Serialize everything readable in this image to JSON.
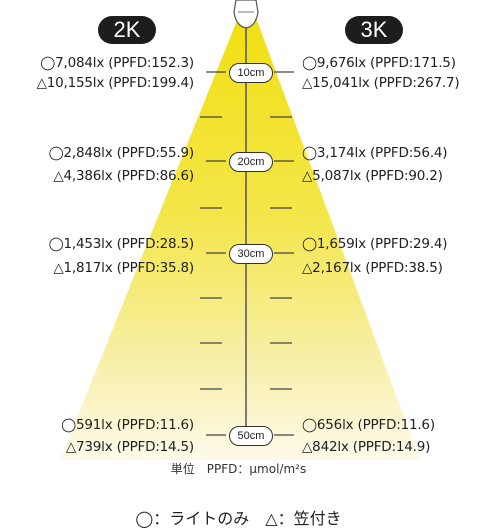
{
  "headers": {
    "left": "2K",
    "right": "3K"
  },
  "rows": [
    {
      "distance": "10cm",
      "left": {
        "circle": "◯7,084lx (PPFD:152.3)",
        "triangle": "△10,155lx (PPFD:199.4)"
      },
      "right": {
        "circle": "◯9,676lx (PPFD:171.5)",
        "triangle": "△15,041lx (PPFD:267.7)"
      }
    },
    {
      "distance": "20cm",
      "left": {
        "circle": "◯2,848lx (PPFD:55.9)",
        "triangle": "△4,386lx (PPFD:86.6)"
      },
      "right": {
        "circle": "◯3,174lx (PPFD:56.4)",
        "triangle": "△5,087lx (PPFD:90.2)"
      }
    },
    {
      "distance": "30cm",
      "left": {
        "circle": "◯1,453lx (PPFD:28.5)",
        "triangle": "△1,817lx (PPFD:35.8)"
      },
      "right": {
        "circle": "◯1,659lx (PPFD:29.4)",
        "triangle": "△2,167lx (PPFD:38.5)"
      }
    },
    {
      "distance": "50cm",
      "left": {
        "circle": "◯591lx (PPFD:11.6)",
        "triangle": "△739lx (PPFD:14.5)"
      },
      "right": {
        "circle": "◯656lx (PPFD:11.6)",
        "triangle": "△842lx (PPFD:14.9)"
      }
    }
  ],
  "unit_note": "単位　PPFD：μmol/m²s",
  "legend": "◯：ライトのみ　△：笠付き",
  "colors": {
    "beam": "#f3e21a",
    "text": "#222222",
    "badge": "#1d1d1d"
  }
}
